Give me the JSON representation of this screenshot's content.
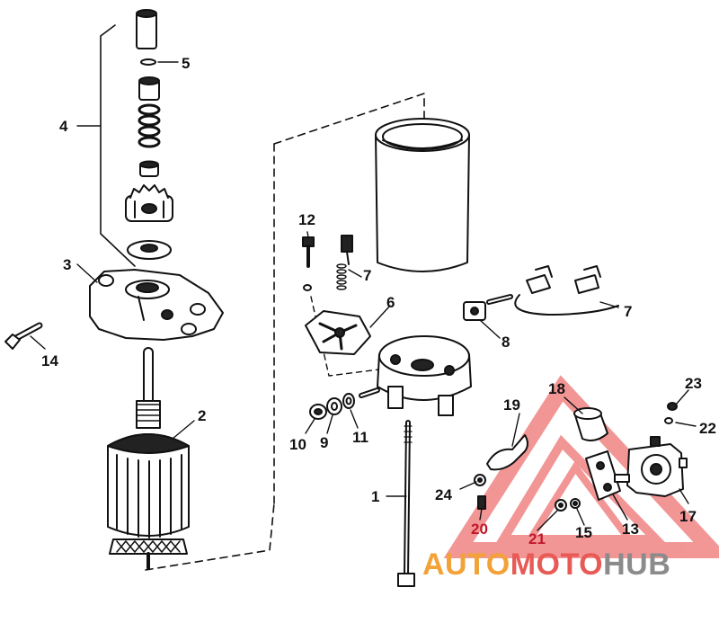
{
  "callouts": [
    {
      "id": "1",
      "label": "1"
    },
    {
      "id": "2",
      "label": "2"
    },
    {
      "id": "3",
      "label": "3"
    },
    {
      "id": "4",
      "label": "4"
    },
    {
      "id": "5",
      "label": "5"
    },
    {
      "id": "6",
      "label": "6"
    },
    {
      "id": "7a",
      "label": "7"
    },
    {
      "id": "7b",
      "label": "7"
    },
    {
      "id": "8",
      "label": "8"
    },
    {
      "id": "9",
      "label": "9"
    },
    {
      "id": "10",
      "label": "10"
    },
    {
      "id": "11",
      "label": "11"
    },
    {
      "id": "12",
      "label": "12"
    },
    {
      "id": "13",
      "label": "13"
    },
    {
      "id": "14",
      "label": "14"
    },
    {
      "id": "15",
      "label": "15"
    },
    {
      "id": "17",
      "label": "17"
    },
    {
      "id": "18",
      "label": "18"
    },
    {
      "id": "19",
      "label": "19"
    },
    {
      "id": "20",
      "label": "20"
    },
    {
      "id": "21",
      "label": "21"
    },
    {
      "id": "22",
      "label": "22"
    },
    {
      "id": "23",
      "label": "23"
    },
    {
      "id": "24",
      "label": "24"
    }
  ],
  "watermark": {
    "part1": "AUTO",
    "part2": "MOTO",
    "part3": "HUB",
    "colors": {
      "part1": "#f2a236",
      "part2": "#e85a55",
      "part3": "#8b8b8b",
      "triangle": "#e8403f"
    }
  }
}
